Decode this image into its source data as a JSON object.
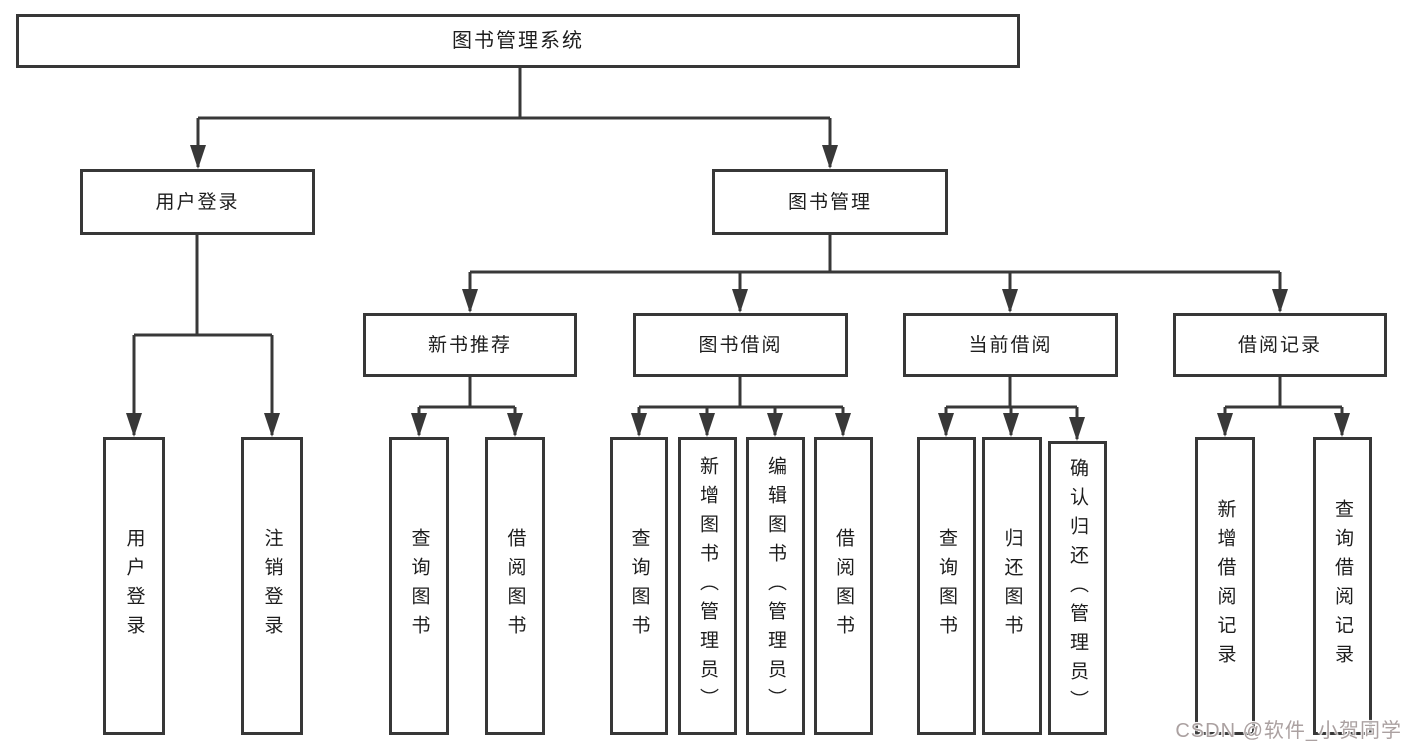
{
  "diagram": {
    "root": {
      "label": "图书管理系统"
    },
    "level2": [
      {
        "label": "用户登录"
      },
      {
        "label": "图书管理"
      }
    ],
    "level3": [
      {
        "label": "新书推荐"
      },
      {
        "label": "图书借阅"
      },
      {
        "label": "当前借阅"
      },
      {
        "label": "借阅记录"
      }
    ],
    "leaves": {
      "login": [
        "用户登录",
        "注销登录"
      ],
      "recommend": [
        "查询图书",
        "借阅图书"
      ],
      "borrow": [
        "查询图书",
        "新增图书（管理员）",
        "编辑图书（管理员）",
        "借阅图书"
      ],
      "current": [
        "查询图书",
        "归还图书",
        "确认归还（管理员）"
      ],
      "records": [
        "新增借阅记录",
        "查询借阅记录"
      ]
    }
  },
  "watermark": {
    "text": "CSDN @软件_小贺同学",
    "color": "#aba1a1"
  },
  "colors": {
    "background": "#ffffff",
    "line": "#383838",
    "box_border": "#373737",
    "text": "#1d1d1d"
  }
}
